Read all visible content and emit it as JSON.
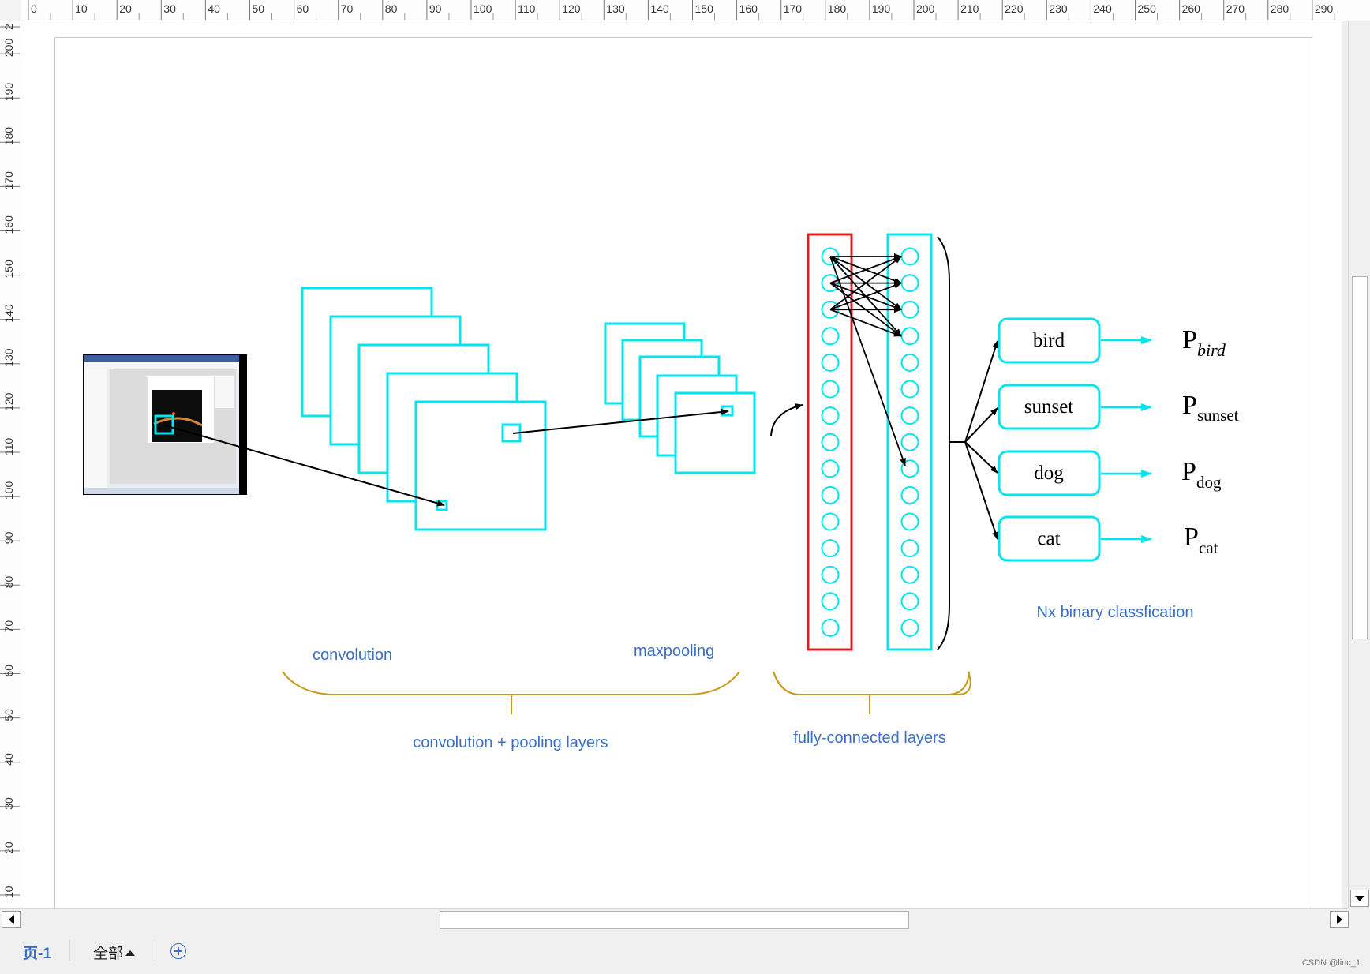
{
  "rulers": {
    "top_labels": [
      "0",
      "10",
      "20",
      "30",
      "40",
      "50",
      "60",
      "70",
      "80",
      "90",
      "100",
      "110",
      "120",
      "130",
      "140",
      "150",
      "160",
      "170",
      "180",
      "190",
      "200",
      "210",
      "220",
      "230",
      "240",
      "250",
      "260",
      "270",
      "280",
      "290"
    ],
    "left_labels": [
      "2",
      "200",
      "190",
      "180",
      "170",
      "160",
      "150",
      "140",
      "130",
      "120",
      "110",
      "100",
      "90",
      "80",
      "70",
      "60",
      "50",
      "40",
      "30",
      "20",
      "10"
    ]
  },
  "diagram": {
    "labels": {
      "convolution": "convolution",
      "maxpooling": "maxpooling",
      "conv_pool_group": "convolution + pooling layers",
      "fc_group": "fully-connected layers",
      "binary": "Nx binary classfication"
    },
    "classes": [
      {
        "label": "bird",
        "p_main": "P",
        "p_sub": "bird"
      },
      {
        "label": "sunset",
        "p_main": "P",
        "p_sub": "sunset"
      },
      {
        "label": "dog",
        "p_main": "P",
        "p_sub": "dog"
      },
      {
        "label": "cat",
        "p_main": "P",
        "p_sub": "cat"
      }
    ],
    "colors": {
      "layer_stroke": "#00e5ee",
      "fc1_border": "#e02020",
      "text_blue": "#3a6fc4",
      "brace": "#c89b1e",
      "arrow": "#000000"
    }
  },
  "tabs": {
    "active": "页-1",
    "all": "全部"
  },
  "watermark": "CSDN @linc_1"
}
